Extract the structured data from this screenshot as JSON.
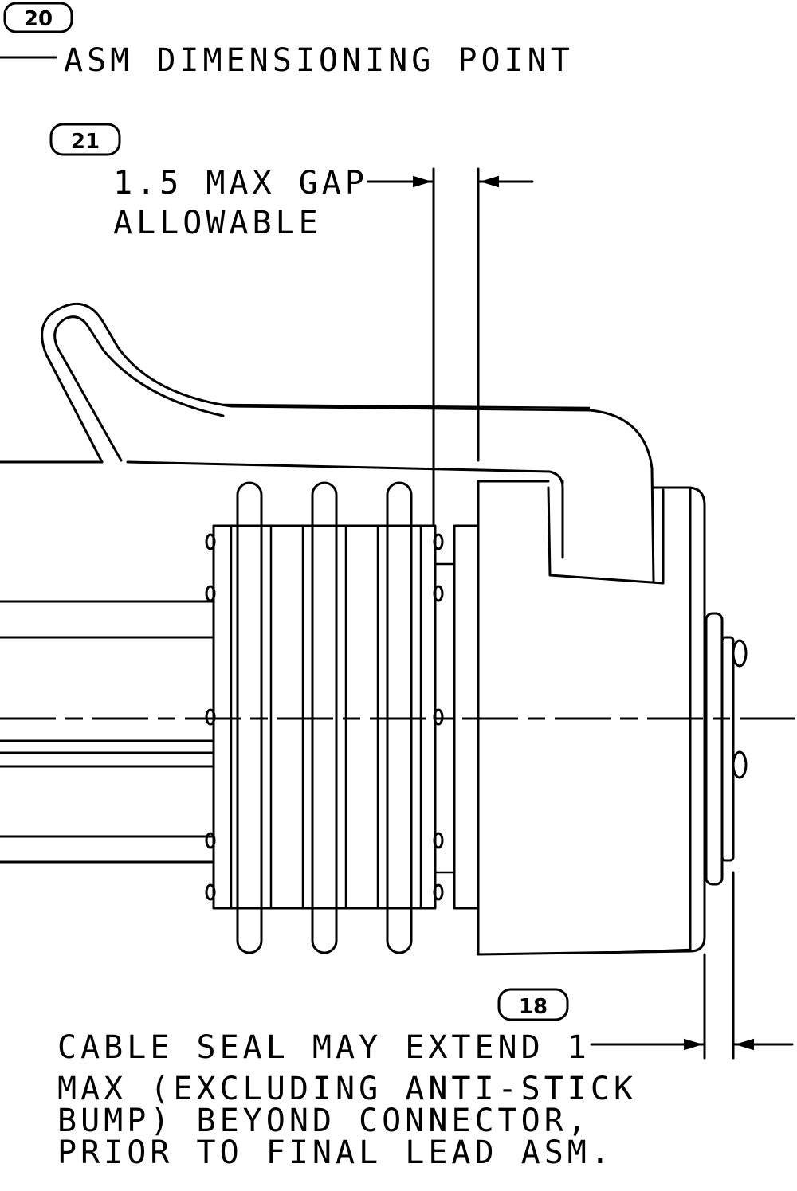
{
  "callouts": {
    "c20": {
      "number": "20",
      "note": "ASM DIMENSIONING POINT"
    },
    "c21": {
      "number": "21",
      "note_line1": "1.5 MAX GAP",
      "note_line2": "ALLOWABLE"
    },
    "c18": {
      "number": "18",
      "note_line1": "CABLE SEAL MAY EXTEND 1",
      "note_line2": "MAX (EXCLUDING ANTI-STICK",
      "note_line3": "BUMP) BEYOND CONNECTOR,",
      "note_line4": "PRIOR TO FINAL LEAD ASM."
    }
  },
  "colors": {
    "ink": "#000000",
    "paper": "#ffffff"
  }
}
